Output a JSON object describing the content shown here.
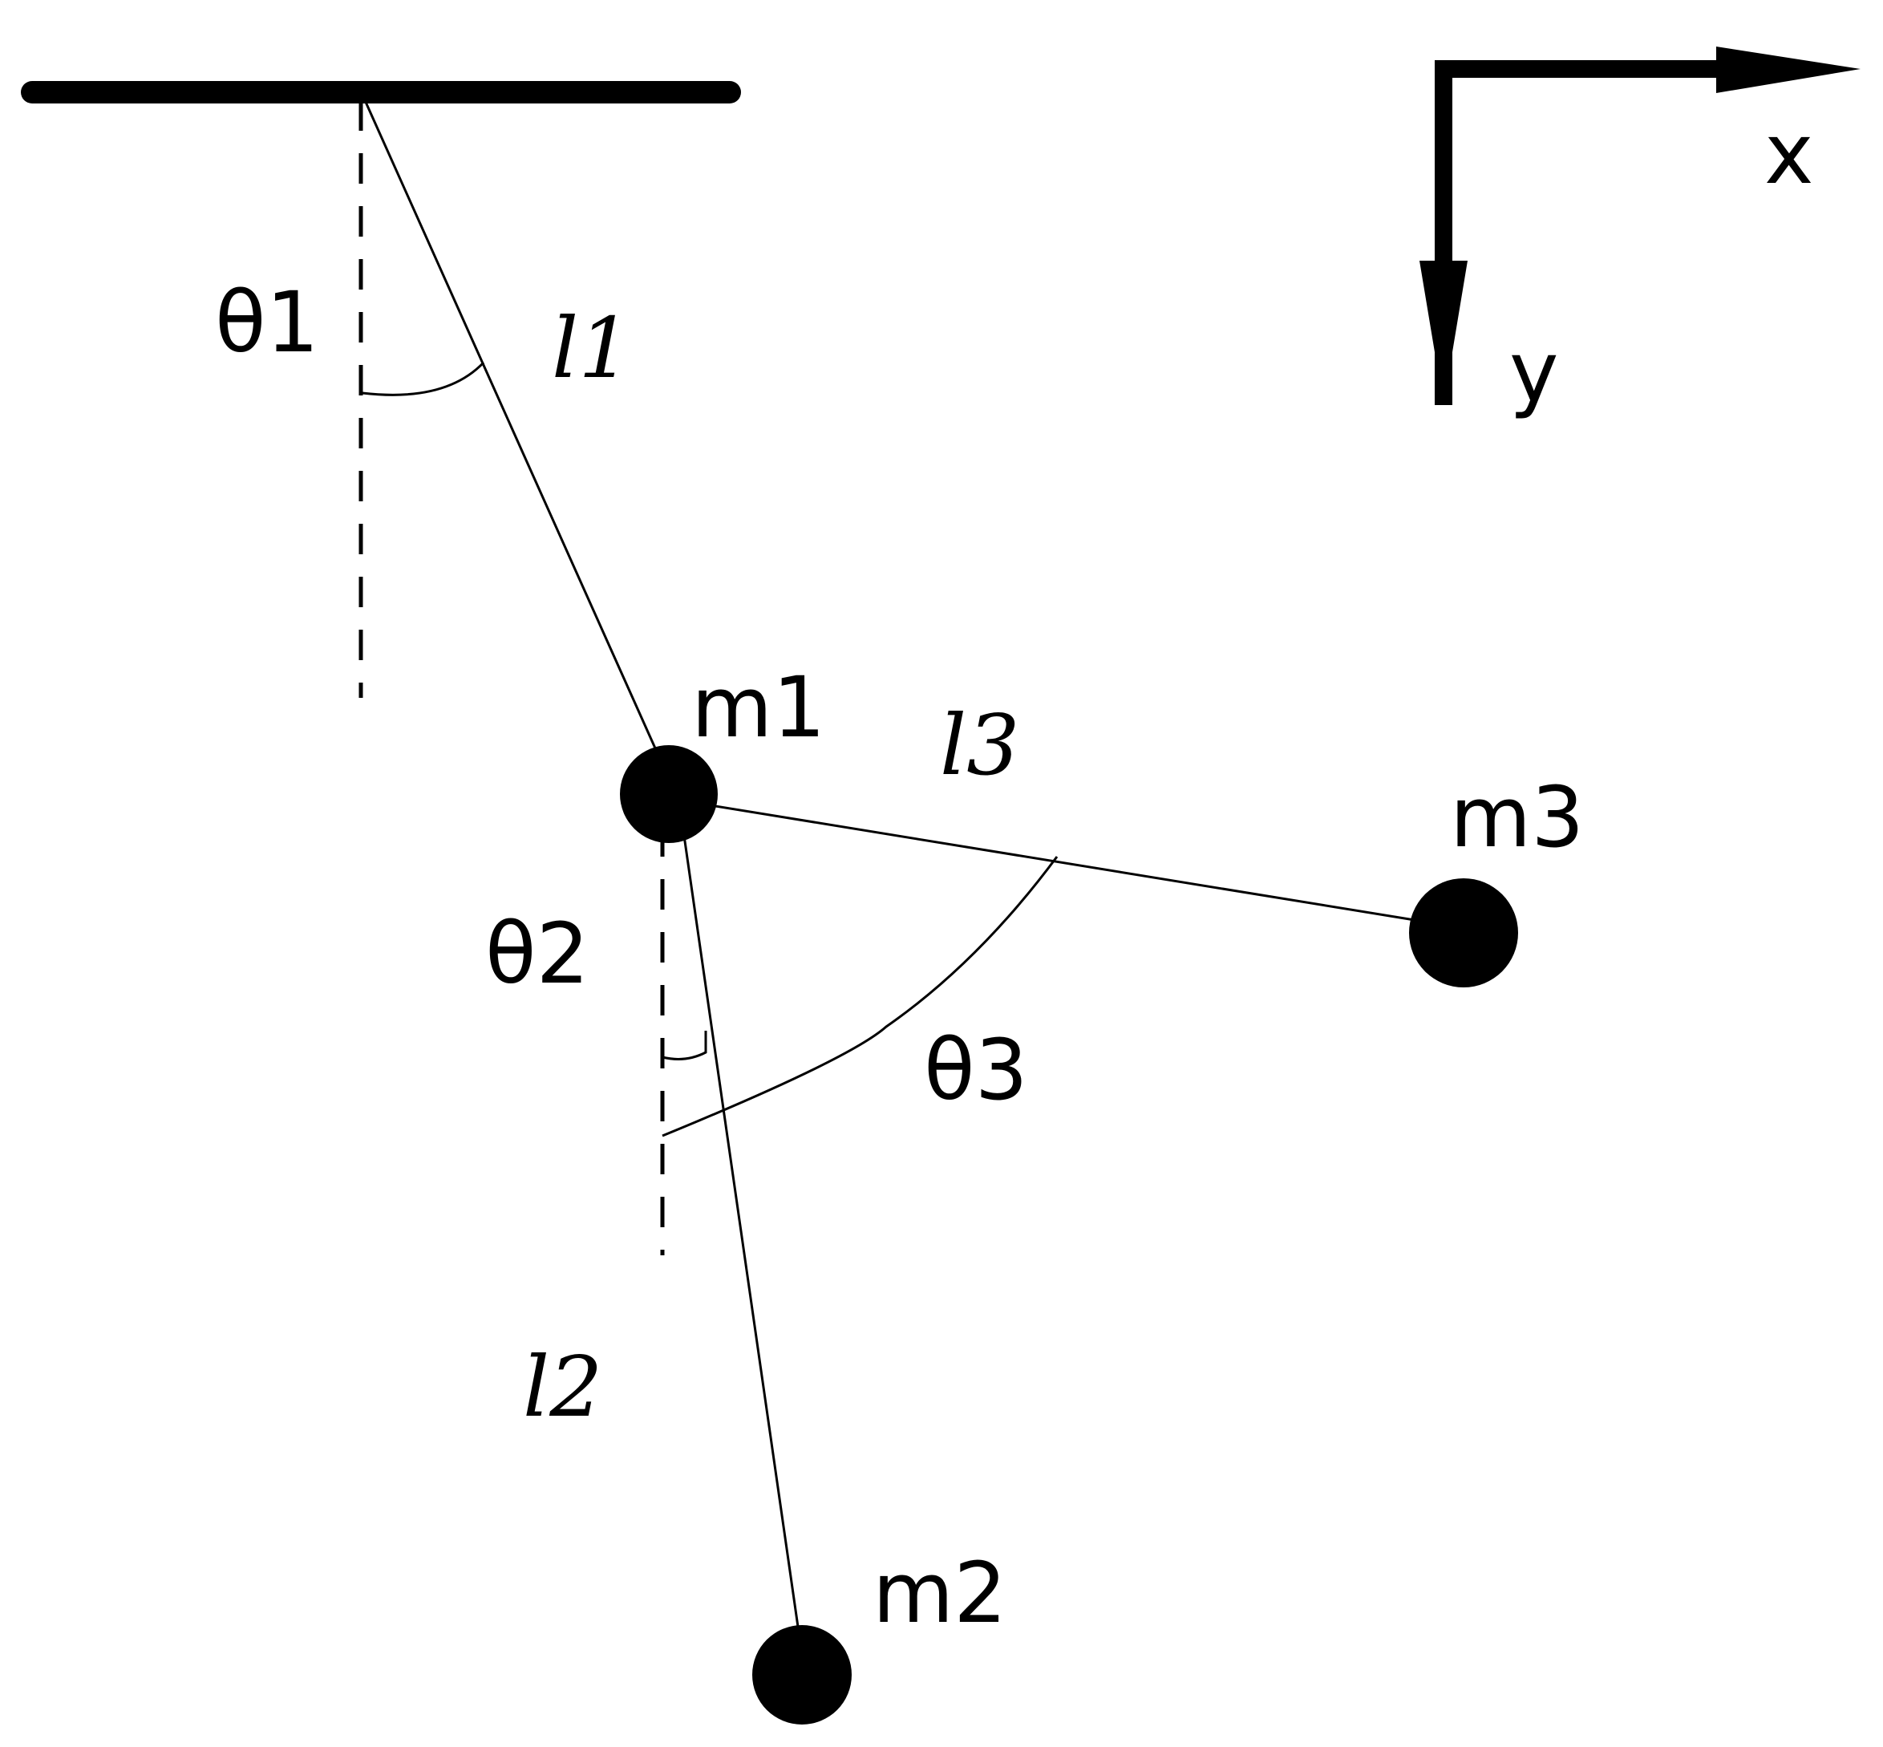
{
  "colors": {
    "ink": "#000000",
    "background": "#ffffff"
  },
  "axes": {
    "x_label": "x",
    "y_label": "y"
  },
  "angles": {
    "theta1": "θ1",
    "theta2": "θ2",
    "theta3": "θ3"
  },
  "lengths": {
    "l1": "l1",
    "l2": "l2",
    "l3": "l3"
  },
  "masses": {
    "m1": "m1",
    "m2": "m2",
    "m3": "m3"
  }
}
